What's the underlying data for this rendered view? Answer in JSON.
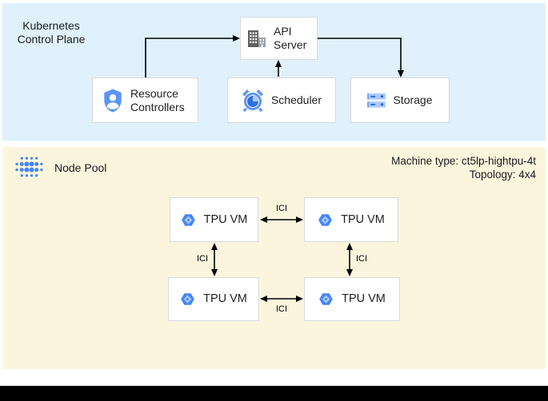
{
  "control_plane": {
    "title": "Kubernetes Control Plane",
    "nodes": {
      "api_server": "API Server",
      "resource_controllers": "Resource Controllers",
      "scheduler": "Scheduler",
      "storage": "Storage"
    }
  },
  "node_pool": {
    "title": "Node Pool",
    "machine_type": "Machine type: ct5lp-hightpu-4t",
    "topology": "Topology: 4x4",
    "tpu_vms": [
      "TPU VM",
      "TPU VM",
      "TPU VM",
      "TPU VM"
    ],
    "interconnect_label": "ICI"
  },
  "icons": {
    "api_server": "building-icon",
    "resource_controllers": "shield-user-icon",
    "scheduler": "alarm-clock-icon",
    "storage": "storage-disks-icon",
    "node_pool": "dot-cluster-icon",
    "tpu_vm": "hexagon-gear-icon"
  },
  "colors": {
    "control_plane_bg": "#e0f1fb",
    "node_pool_bg": "#fcf5de",
    "box_border": "#d8dadd",
    "accent_blue": "#4285f4",
    "light_blue": "#aecbfa",
    "dark_blue": "#1967d2",
    "icon_gray": "#616161",
    "arrow": "#000000",
    "bottom_bar": "#000000"
  }
}
